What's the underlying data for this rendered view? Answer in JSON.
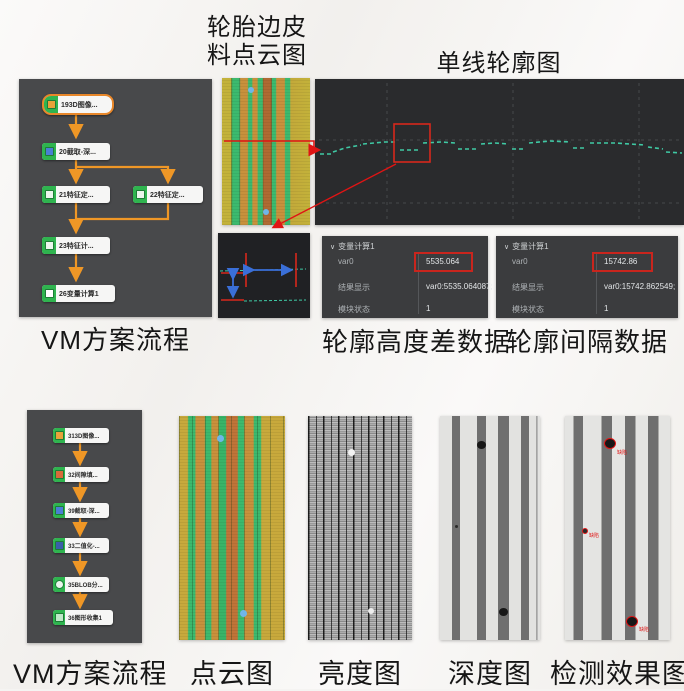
{
  "colors": {
    "accent_orange": "#ef9726",
    "node_green": "#2fb44f",
    "profile_teal": "#3fc9a4",
    "alert_red": "#d7281c",
    "panel_dark": "#3b3c3e",
    "canvas_dark": "#2a2b2d"
  },
  "top_section": {
    "flowchart": {
      "caption": "VM方案流程",
      "nodes": [
        {
          "label": "193D图像..."
        },
        {
          "label": "20截取-深..."
        },
        {
          "label": "21特征定..."
        },
        {
          "label": "22特征定..."
        },
        {
          "label": "23特征计..."
        },
        {
          "label": "26变量计算1"
        }
      ]
    },
    "pointcloud_title_line1": "轮胎边皮",
    "pointcloud_title_line2": "料点云图",
    "profile_title": "单线轮廓图",
    "variable_panels": [
      {
        "collapse_icon": "∨",
        "header": "变量计算1",
        "rows": [
          {
            "label": "var0",
            "value": "5535.064"
          },
          {
            "label": "结果显示",
            "value": "var0:5535.064087;"
          },
          {
            "label": "模块状态",
            "value": "1"
          }
        ],
        "caption": "轮廓高度差数据"
      },
      {
        "collapse_icon": "∨",
        "header": "变量计算1",
        "rows": [
          {
            "label": "var0",
            "value": "15742.86"
          },
          {
            "label": "结果显示",
            "value": "var0:15742.862549;"
          },
          {
            "label": "模块状态",
            "value": "1"
          }
        ],
        "caption": "轮廓间隔数据"
      }
    ]
  },
  "bottom_section": {
    "flowchart": {
      "caption": "VM方案流程",
      "nodes": [
        {
          "label": "313D图像..."
        },
        {
          "label": "32间隙填..."
        },
        {
          "label": "39截取-深..."
        },
        {
          "label": "33二值化-..."
        },
        {
          "label": "35BLOB分..."
        },
        {
          "label": "36图形收集1"
        }
      ]
    },
    "captions": {
      "pointcloud": "点云图",
      "brightness": "亮度图",
      "depth": "深度图",
      "detection": "检测效果图"
    },
    "detection_annotations": [
      "缺陷",
      "缺陷",
      "缺陷"
    ]
  }
}
